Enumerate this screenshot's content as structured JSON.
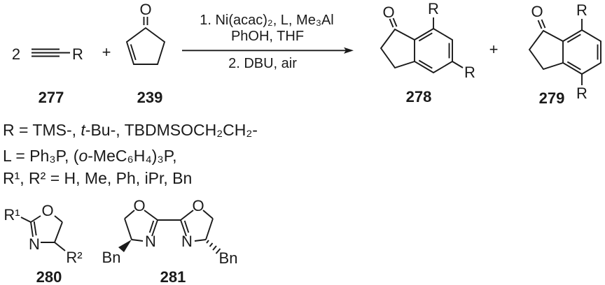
{
  "colors": {
    "ink": "#1a1a1a",
    "background": "#ffffff"
  },
  "scheme": {
    "reactants": {
      "multiplier": "2",
      "alkyne_r": "R",
      "alkyne_number": "277",
      "plus": "+",
      "enone_o": "O",
      "enone_number": "239"
    },
    "arrow": {
      "above_line1": "1. Ni(acac)₂, L, Me₃Al",
      "above_line2": "PhOH, THF",
      "below_line": "2. DBU, air"
    },
    "products": {
      "p278": {
        "o": "O",
        "r_top": "R",
        "r_side": "R",
        "number": "278"
      },
      "plus": "+",
      "p279": {
        "o": "O",
        "r_top": "R",
        "r_bottom": "R",
        "number": "279"
      }
    },
    "assignments": {
      "r_line": {
        "pre": "R = TMS-, ",
        "italic": "t",
        "post": "-Bu-, TBDMSOCH₂CH₂-"
      },
      "l_line": {
        "pre": "L = Ph₃P, (",
        "italic": "o",
        "post": "-MeC₆H₄)₃P,"
      },
      "r12_line": "R¹, R² = H, Me, Ph, iPr, Bn"
    },
    "ligands": {
      "oxazoline": {
        "r1": "R¹",
        "o": "O",
        "n": "N",
        "r2": "R²",
        "number": "280"
      },
      "bisoxazoline": {
        "o_left": "O",
        "o_right": "O",
        "n_left": "N",
        "n_right": "N",
        "bn_left": "Bn",
        "bn_right": "Bn",
        "number": "281"
      }
    }
  }
}
